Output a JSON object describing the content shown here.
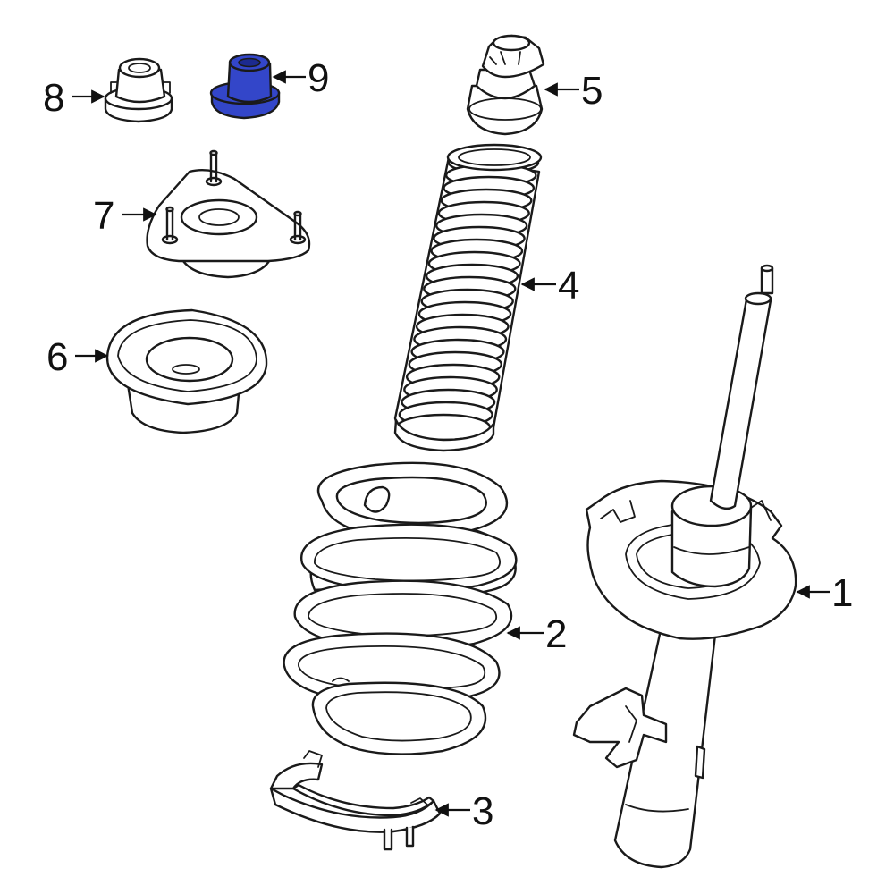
{
  "colors": {
    "line": "#1a1a1a",
    "background": "#ffffff",
    "highlight_fill": "#3346c9",
    "highlight_dark": "#1c2a8f"
  },
  "highlighted_part": "9",
  "callouts": [
    {
      "id": "1",
      "label": "1"
    },
    {
      "id": "2",
      "label": "2"
    },
    {
      "id": "3",
      "label": "3"
    },
    {
      "id": "4",
      "label": "4"
    },
    {
      "id": "5",
      "label": "5"
    },
    {
      "id": "6",
      "label": "6"
    },
    {
      "id": "7",
      "label": "7"
    },
    {
      "id": "8",
      "label": "8"
    },
    {
      "id": "9",
      "label": "9"
    }
  ]
}
